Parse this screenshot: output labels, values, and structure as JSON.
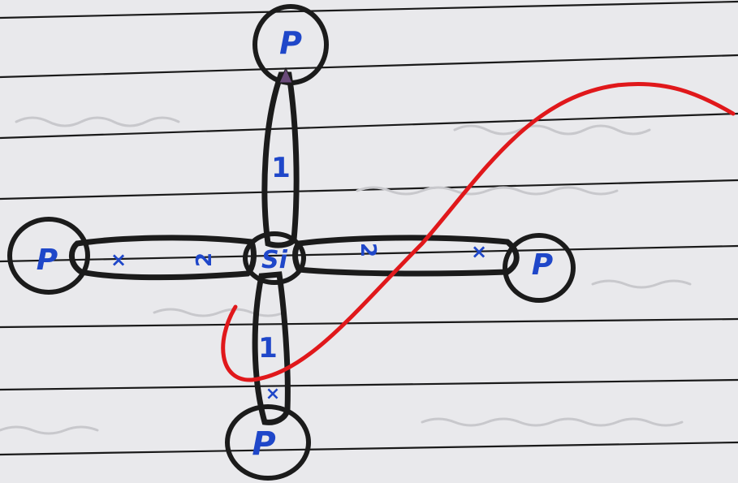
{
  "diagram": {
    "center_atom": "Si",
    "outer_atoms": {
      "top": "P",
      "bottom": "P",
      "left": "P",
      "right": "P"
    },
    "bond_labels": {
      "top": "1",
      "bottom": "1",
      "left": "2",
      "right": "2"
    },
    "bond_symbols": {
      "left": "×",
      "right": "×",
      "bottom": "×"
    },
    "colors": {
      "ink": "#1b1b1b",
      "handwriting": "#1f47c9",
      "overlay_curve": "#e0181b",
      "paper": "#e9e9ec",
      "rule_lines": "#1a1a1a"
    }
  }
}
